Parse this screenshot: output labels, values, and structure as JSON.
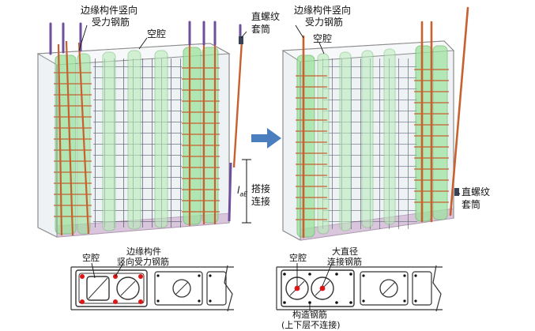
{
  "left": {
    "edge_bar_label": [
      "边缘构件竖向",
      "受力钢筋"
    ],
    "cavity_label": "空腔",
    "sleeve_label": [
      "直螺纹",
      "套筒"
    ],
    "lap_symbol": "l",
    "lap_symbol_sub": "aE",
    "lap_label": [
      "搭接",
      "连接"
    ]
  },
  "right": {
    "edge_bar_label": [
      "边缘构件竖向",
      "受力钢筋"
    ],
    "cavity_label": "空腔",
    "sleeve_label": [
      "直螺纹",
      "套筒"
    ]
  },
  "section_left": {
    "cavity_label": "空腔",
    "edge_bar_label": [
      "边缘构件",
      "竖向受力钢筋"
    ]
  },
  "section_right": {
    "cavity_label": "空腔",
    "large_bar_label": [
      "大直径",
      "连接钢筋"
    ],
    "construct_bar_label": [
      "构造钢筋",
      "(上下层不连接)"
    ]
  },
  "colors": {
    "concrete_edge": "#8c8c8c",
    "concrete_fill": "#eef2f4",
    "cavity_green": "#9be39b",
    "rebar_orange": "#c8602f",
    "rebar_dark": "#3a4255",
    "rebar_purple": "#6e4f9c",
    "base_pink": "#d9c6dc",
    "arrow_blue": "#4a7ebf",
    "red_dot": "#e01515"
  }
}
